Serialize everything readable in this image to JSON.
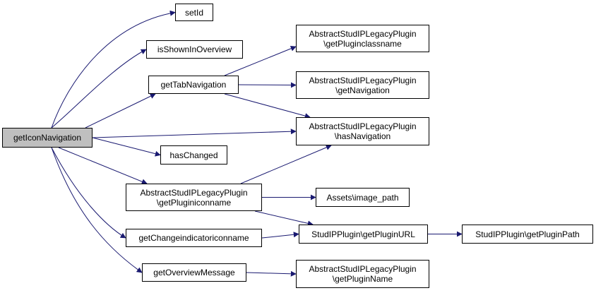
{
  "colors": {
    "edge": "#191970",
    "node_border": "#000000",
    "root_fill": "#bfbfbf",
    "node_fill": "#ffffff"
  },
  "nodes": {
    "root": {
      "lines": [
        "getIconNavigation"
      ]
    },
    "setId": {
      "lines": [
        "setId"
      ]
    },
    "isShown": {
      "lines": [
        "isShownInOverview"
      ]
    },
    "getTab": {
      "lines": [
        "getTabNavigation"
      ]
    },
    "hasChanged": {
      "lines": [
        "hasChanged"
      ]
    },
    "pluginIcon": {
      "lines": [
        "AbstractStudIPLegacyPlugin",
        "\\getPluginiconname"
      ]
    },
    "changeInd": {
      "lines": [
        "getChangeindicatoriconname"
      ]
    },
    "overviewMsg": {
      "lines": [
        "getOverviewMessage"
      ]
    },
    "pluginClass": {
      "lines": [
        "AbstractStudIPLegacyPlugin",
        "\\getPluginclassname"
      ]
    },
    "getNav": {
      "lines": [
        "AbstractStudIPLegacyPlugin",
        "\\getNavigation"
      ]
    },
    "hasNav": {
      "lines": [
        "AbstractStudIPLegacyPlugin",
        "\\hasNavigation"
      ]
    },
    "imagePath": {
      "lines": [
        "Assets\\image_path"
      ]
    },
    "pluginURL": {
      "lines": [
        "StudIPPlugin\\getPluginURL"
      ]
    },
    "pluginPath": {
      "lines": [
        "StudIPPlugin\\getPluginPath"
      ]
    },
    "pluginName": {
      "lines": [
        "AbstractStudIPLegacyPlugin",
        "\\getPluginName"
      ]
    }
  },
  "edges": [
    [
      "root",
      "setId"
    ],
    [
      "root",
      "isShown"
    ],
    [
      "root",
      "getTab"
    ],
    [
      "root",
      "hasNav"
    ],
    [
      "root",
      "hasChanged"
    ],
    [
      "root",
      "pluginIcon"
    ],
    [
      "root",
      "changeInd"
    ],
    [
      "root",
      "overviewMsg"
    ],
    [
      "getTab",
      "pluginClass"
    ],
    [
      "getTab",
      "getNav"
    ],
    [
      "getTab",
      "hasNav"
    ],
    [
      "pluginIcon",
      "hasNav"
    ],
    [
      "pluginIcon",
      "imagePath"
    ],
    [
      "pluginIcon",
      "pluginURL"
    ],
    [
      "changeInd",
      "pluginURL"
    ],
    [
      "pluginURL",
      "pluginPath"
    ],
    [
      "overviewMsg",
      "pluginName"
    ]
  ]
}
